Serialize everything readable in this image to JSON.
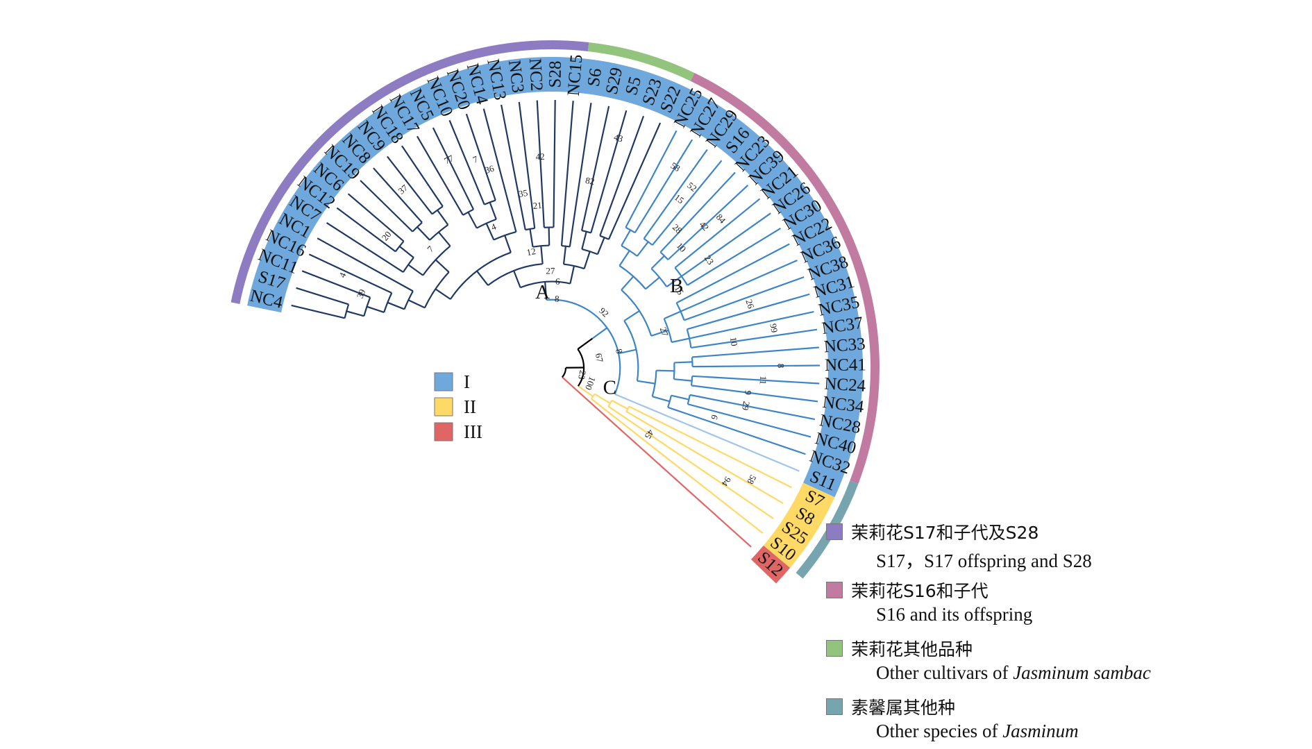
{
  "tree": {
    "leaves": [
      {
        "label": "NC4",
        "group": "I"
      },
      {
        "label": "S17",
        "group": "I"
      },
      {
        "label": "NC11",
        "group": "I"
      },
      {
        "label": "NC16",
        "group": "I"
      },
      {
        "label": "NC1",
        "group": "I"
      },
      {
        "label": "NC7",
        "group": "I"
      },
      {
        "label": "NC12",
        "group": "I"
      },
      {
        "label": "NC6",
        "group": "I"
      },
      {
        "label": "NC19",
        "group": "I"
      },
      {
        "label": "NC8",
        "group": "I"
      },
      {
        "label": "NC9",
        "group": "I"
      },
      {
        "label": "NC18",
        "group": "I"
      },
      {
        "label": "NC17",
        "group": "I"
      },
      {
        "label": "NC5",
        "group": "I"
      },
      {
        "label": "NC10",
        "group": "I"
      },
      {
        "label": "NC20",
        "group": "I"
      },
      {
        "label": "NC14",
        "group": "I"
      },
      {
        "label": "NC13",
        "group": "I"
      },
      {
        "label": "NC3",
        "group": "I"
      },
      {
        "label": "NC2",
        "group": "I"
      },
      {
        "label": "S28",
        "group": "I"
      },
      {
        "label": "NC15",
        "group": "I"
      },
      {
        "label": "S6",
        "group": "I"
      },
      {
        "label": "S29",
        "group": "I"
      },
      {
        "label": "S5",
        "group": "I"
      },
      {
        "label": "S23",
        "group": "I"
      },
      {
        "label": "S22",
        "group": "I"
      },
      {
        "label": "NC25",
        "group": "I"
      },
      {
        "label": "NC27",
        "group": "I"
      },
      {
        "label": "NC29",
        "group": "I"
      },
      {
        "label": "S16",
        "group": "I"
      },
      {
        "label": "NC23",
        "group": "I"
      },
      {
        "label": "NC39",
        "group": "I"
      },
      {
        "label": "NC21",
        "group": "I"
      },
      {
        "label": "NC26",
        "group": "I"
      },
      {
        "label": "NC30",
        "group": "I"
      },
      {
        "label": "NC22",
        "group": "I"
      },
      {
        "label": "NC36",
        "group": "I"
      },
      {
        "label": "NC38",
        "group": "I"
      },
      {
        "label": "NC31",
        "group": "I"
      },
      {
        "label": "NC35",
        "group": "I"
      },
      {
        "label": "NC37",
        "group": "I"
      },
      {
        "label": "NC33",
        "group": "I"
      },
      {
        "label": "NC41",
        "group": "I"
      },
      {
        "label": "NC24",
        "group": "I"
      },
      {
        "label": "NC34",
        "group": "I"
      },
      {
        "label": "NC28",
        "group": "I"
      },
      {
        "label": "NC40",
        "group": "I"
      },
      {
        "label": "NC32",
        "group": "I"
      },
      {
        "label": "S11",
        "group": "I"
      },
      {
        "label": "S7",
        "group": "II"
      },
      {
        "label": "S8",
        "group": "II"
      },
      {
        "label": "S25",
        "group": "II"
      },
      {
        "label": "S10",
        "group": "II"
      },
      {
        "label": "S12",
        "group": "III"
      }
    ],
    "bootstrap": [
      "39",
      "4",
      "20",
      "37",
      "7",
      "77",
      "7",
      "36",
      "4",
      "35",
      "12",
      "42",
      "21",
      "27",
      "43",
      "82",
      "6",
      "8",
      "58",
      "52",
      "15",
      "84",
      "42",
      "23",
      "10",
      "28",
      "15",
      "26",
      "99",
      "10",
      "27",
      "8",
      "11",
      "9",
      "29",
      "6",
      "8",
      "67",
      "92",
      "58",
      "94",
      "45",
      "23",
      "100"
    ],
    "clade_labels": [
      "A",
      "B",
      "C"
    ]
  },
  "group_key": [
    {
      "label": "I",
      "color": "#6fa8dc"
    },
    {
      "label": "II",
      "color": "#ffd966"
    },
    {
      "label": "III",
      "color": "#e06666"
    }
  ],
  "category_legend": [
    {
      "cn": "茉莉花S17和子代及S28",
      "en": "S17，S17 offspring and S28",
      "en_italic": "",
      "color": "#8e7cc3"
    },
    {
      "cn": "茉莉花S16和子代",
      "en": "S16 and its offspring",
      "en_italic": "",
      "color": "#c27ba0"
    },
    {
      "cn": "茉莉花其他品种",
      "en": "Other cultivars of ",
      "en_italic": "Jasminum sambac",
      "color": "#93c47d"
    },
    {
      "cn": "素馨属其他种",
      "en": "Other species  of ",
      "en_italic": "Jasminum",
      "color": "#76a5af"
    }
  ],
  "colors": {
    "clade_a": "#1f3864",
    "clade_b": "#3d85c6",
    "clade_b_light": "#9fc5e8",
    "clade_c": "#ffd966",
    "clade_iii": "#e06666",
    "root": "#000000"
  }
}
